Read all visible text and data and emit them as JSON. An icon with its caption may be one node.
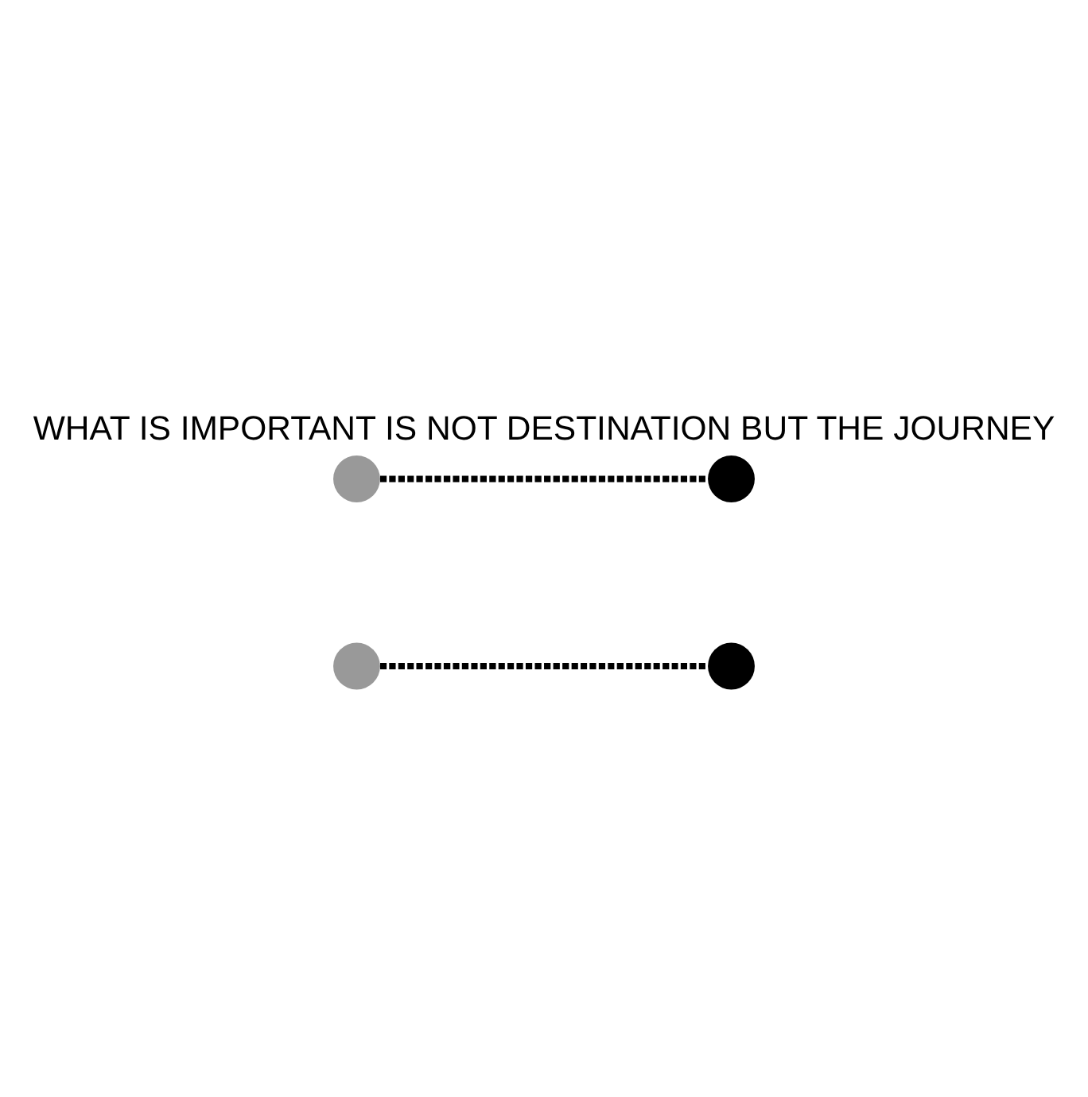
{
  "diagram": {
    "title": "WHAT IS IMPORTANT IS NOT DESTINATION BUT THE JOURNEY",
    "nodes": [
      {
        "text": [],
        "shape": "circle"
      },
      {
        "text": [],
        "shape": "circle"
      },
      {
        "text": [],
        "shape": "circle"
      },
      {
        "text": [],
        "shape": "circle"
      }
    ],
    "edges": [
      {
        "from": 0,
        "to": 1,
        "arrow": "none",
        "style": "dashed"
      },
      {
        "from": 2,
        "to": 3,
        "arrow": "none",
        "style": "dashed"
      }
    ]
  }
}
